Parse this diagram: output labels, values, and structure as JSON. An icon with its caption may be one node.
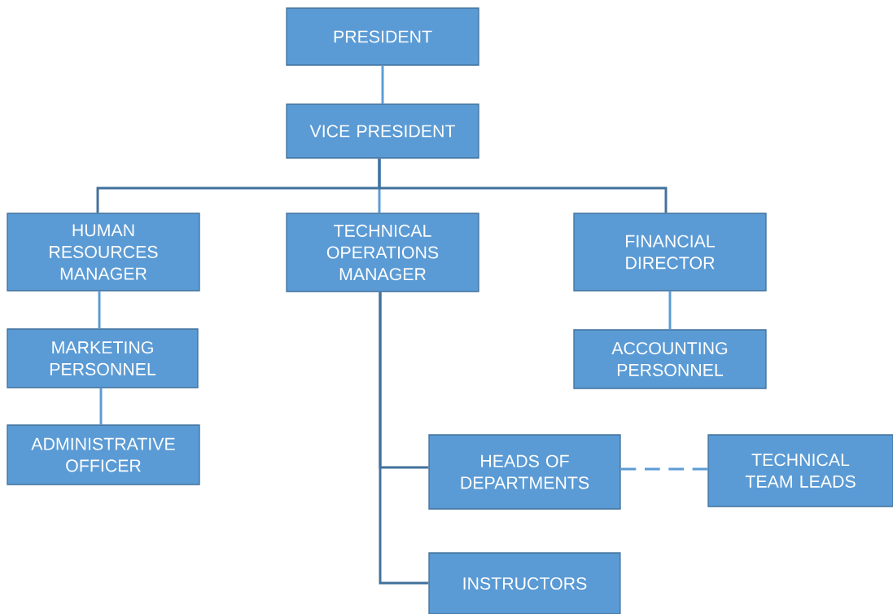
{
  "diagram": {
    "nodes": [
      {
        "text": [
          "PRESIDENT"
        ]
      },
      {
        "text": [
          "VICE PRESIDENT"
        ]
      },
      {
        "text": [
          "HUMAN RESOURCES MANAGER"
        ]
      },
      {
        "text": [
          "TECHNICAL OPERATIONS MANAGER"
        ]
      },
      {
        "text": [
          "FINANCIAL DIRECTOR"
        ]
      },
      {
        "text": [
          "MARKETING PERSONNEL"
        ]
      },
      {
        "text": [
          "ADMINISTRATIVE OFFICER"
        ]
      },
      {
        "text": [
          "ACCOUNTING PERSONNEL"
        ]
      },
      {
        "text": [
          "HEADS OF DEPARTMENTS"
        ]
      },
      {
        "text": [
          "TECHNICAL TEAM LEADS"
        ]
      },
      {
        "text": [
          "INSTRUCTORS"
        ]
      }
    ],
    "edges": [
      {
        "from": 0,
        "to": 1,
        "arrow": "none"
      },
      {
        "from": 1,
        "to": 2,
        "arrow": "none",
        "color": "#41719c"
      },
      {
        "from": 1,
        "to": 3,
        "arrow": "none"
      },
      {
        "from": 1,
        "to": 4,
        "arrow": "none",
        "color": "#41719c"
      },
      {
        "from": 2,
        "to": 5,
        "arrow": "none"
      },
      {
        "from": 5,
        "to": 6,
        "arrow": "none"
      },
      {
        "from": 4,
        "to": 7,
        "arrow": "none"
      },
      {
        "from": 3,
        "to": 8,
        "arrow": "none",
        "color": "#41719c"
      },
      {
        "from": 3,
        "to": 10,
        "arrow": "none",
        "color": "#41719c"
      },
      {
        "from": 8,
        "to": 9,
        "arrow": "none",
        "style": "dashed"
      }
    ]
  }
}
